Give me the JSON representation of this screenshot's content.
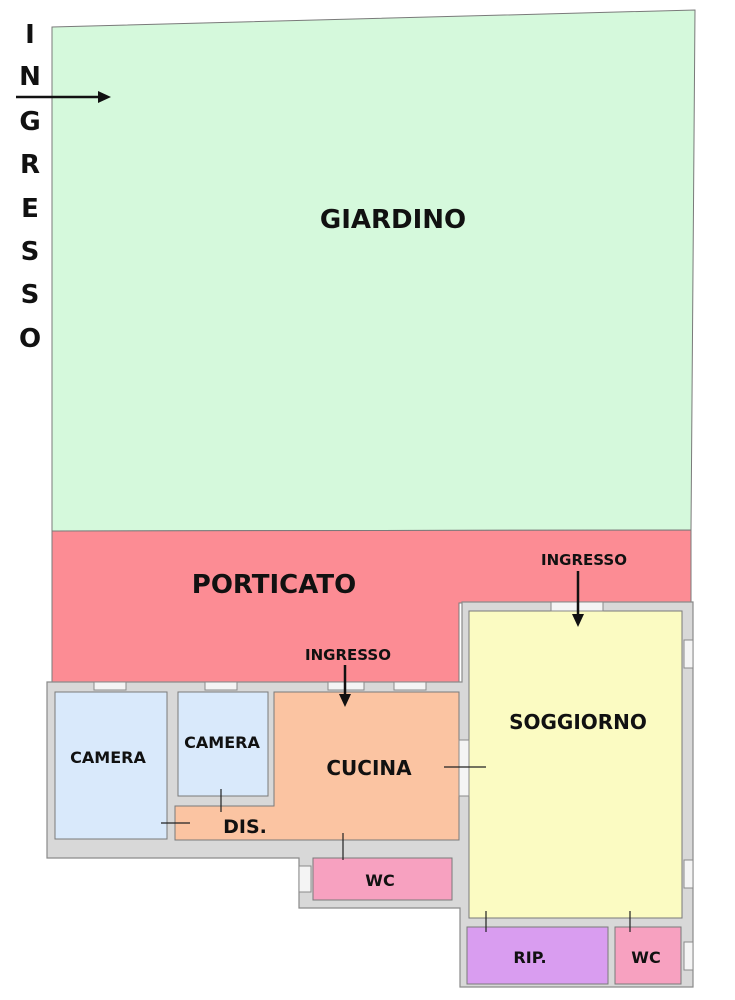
{
  "colors": {
    "giardino": "#d5f9dc",
    "porticato": "#fc8c94",
    "camera": "#d9e9fb",
    "cucina": "#fbc4a2",
    "soggiorno": "#fbfbc2",
    "wc": "#f7a1c0",
    "rip": "#d99df0",
    "wall": "#d8d8d8"
  },
  "side_entrance": {
    "letters": [
      "I",
      "N",
      "G",
      "R",
      "E",
      "S",
      "S",
      "O"
    ]
  },
  "rooms": {
    "giardino": "GIARDINO",
    "porticato": "PORTICATO",
    "camera_left": "CAMERA",
    "camera_right": "CAMERA",
    "cucina": "CUCINA",
    "dis": "DIS.",
    "soggiorno": "SOGGIORNO",
    "wc_center": "WC",
    "rip": "RIP.",
    "wc_right": "WC"
  },
  "entrances": {
    "cucina": "INGRESSO",
    "soggiorno": "INGRESSO"
  }
}
